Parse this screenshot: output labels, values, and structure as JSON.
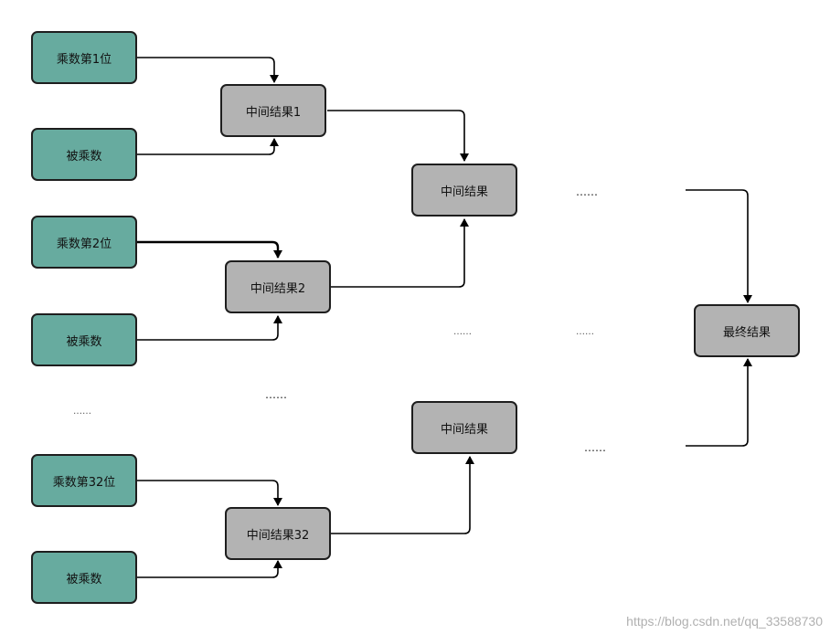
{
  "nodes": {
    "m1": "乘数第1位",
    "b1": "被乘数",
    "m2": "乘数第2位",
    "b2": "被乘数",
    "m32": "乘数第32位",
    "b32": "被乘数",
    "r1": "中间结果1",
    "r2": "中间结果2",
    "r32": "中间结果32",
    "mid_a": "中间结果",
    "mid_b": "中间结果",
    "final": "最终结果"
  },
  "ellipses": {
    "left": "……",
    "center": "……",
    "middle": "……",
    "top_right": "……",
    "mid_right": "……",
    "bottom_right": "……"
  },
  "watermark": "https://blog.csdn.net/qq_33588730",
  "colors": {
    "multiplier_fill": "#67ab9f",
    "result_fill": "#b3b3b3",
    "border": "#1e1e1e"
  }
}
